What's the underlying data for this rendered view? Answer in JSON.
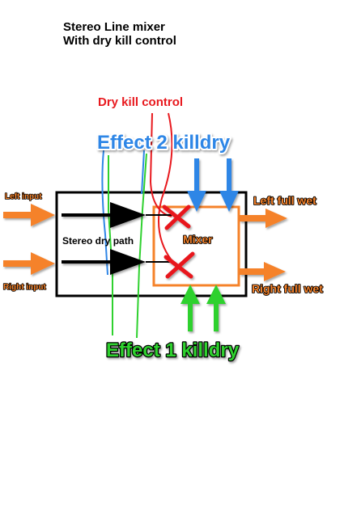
{
  "title": {
    "line1": "Stereo Line mixer",
    "line2": "With dry kill control"
  },
  "labels": {
    "dry_kill_control": "Dry kill control",
    "effect2_killdry": "Effect 2 killdry",
    "effect1_killdry": "Effect 1 killdry",
    "left_input": "Left input",
    "right_input": "Right input",
    "stereo_dry_path": "Stereo dry path",
    "mixer": "Mixer",
    "left_full_wet": "Left full wet",
    "right_full_wet": "Right full wet"
  },
  "colors": {
    "dry_kill": "#e8191e",
    "effect2": "#2f86e6",
    "effect1": "#2fd12f",
    "io": "#f5822a",
    "dry_path": "#000000",
    "mixer_box": "#f5822a"
  }
}
